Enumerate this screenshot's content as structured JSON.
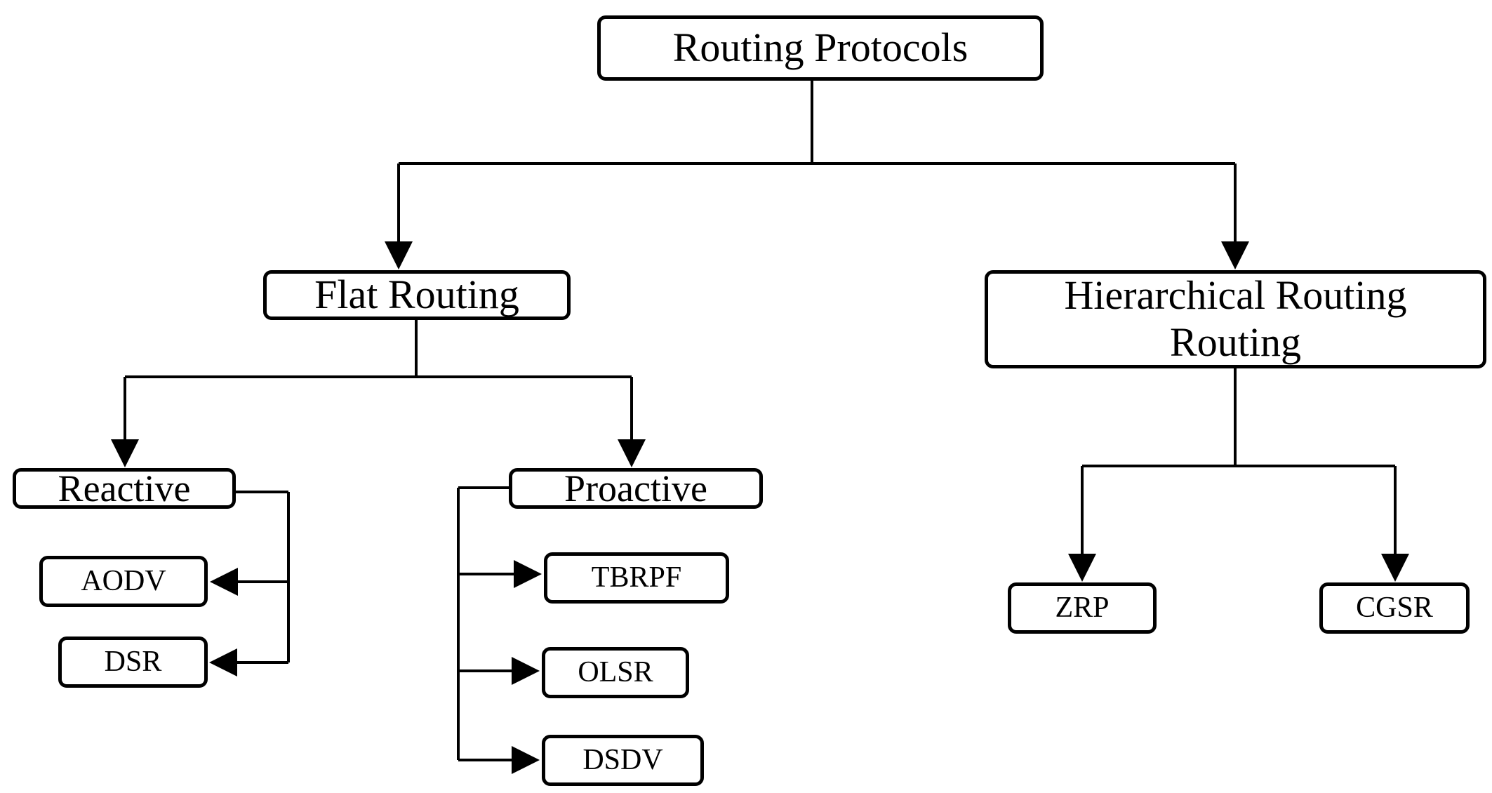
{
  "root": {
    "label": "Routing Protocols"
  },
  "flat": {
    "label": "Flat Routing",
    "reactive": {
      "label": "Reactive",
      "children": [
        "AODV",
        "DSR"
      ]
    },
    "proactive": {
      "label": "Proactive",
      "children": [
        "TBRPF",
        "OLSR",
        "DSDV"
      ]
    }
  },
  "hierarchical": {
    "label_line1": "Hierarchical Routing",
    "label_line2": "Routing",
    "children": [
      "ZRP",
      "CGSR"
    ]
  },
  "colors": {
    "stroke": "#000000",
    "background": "#ffffff"
  }
}
